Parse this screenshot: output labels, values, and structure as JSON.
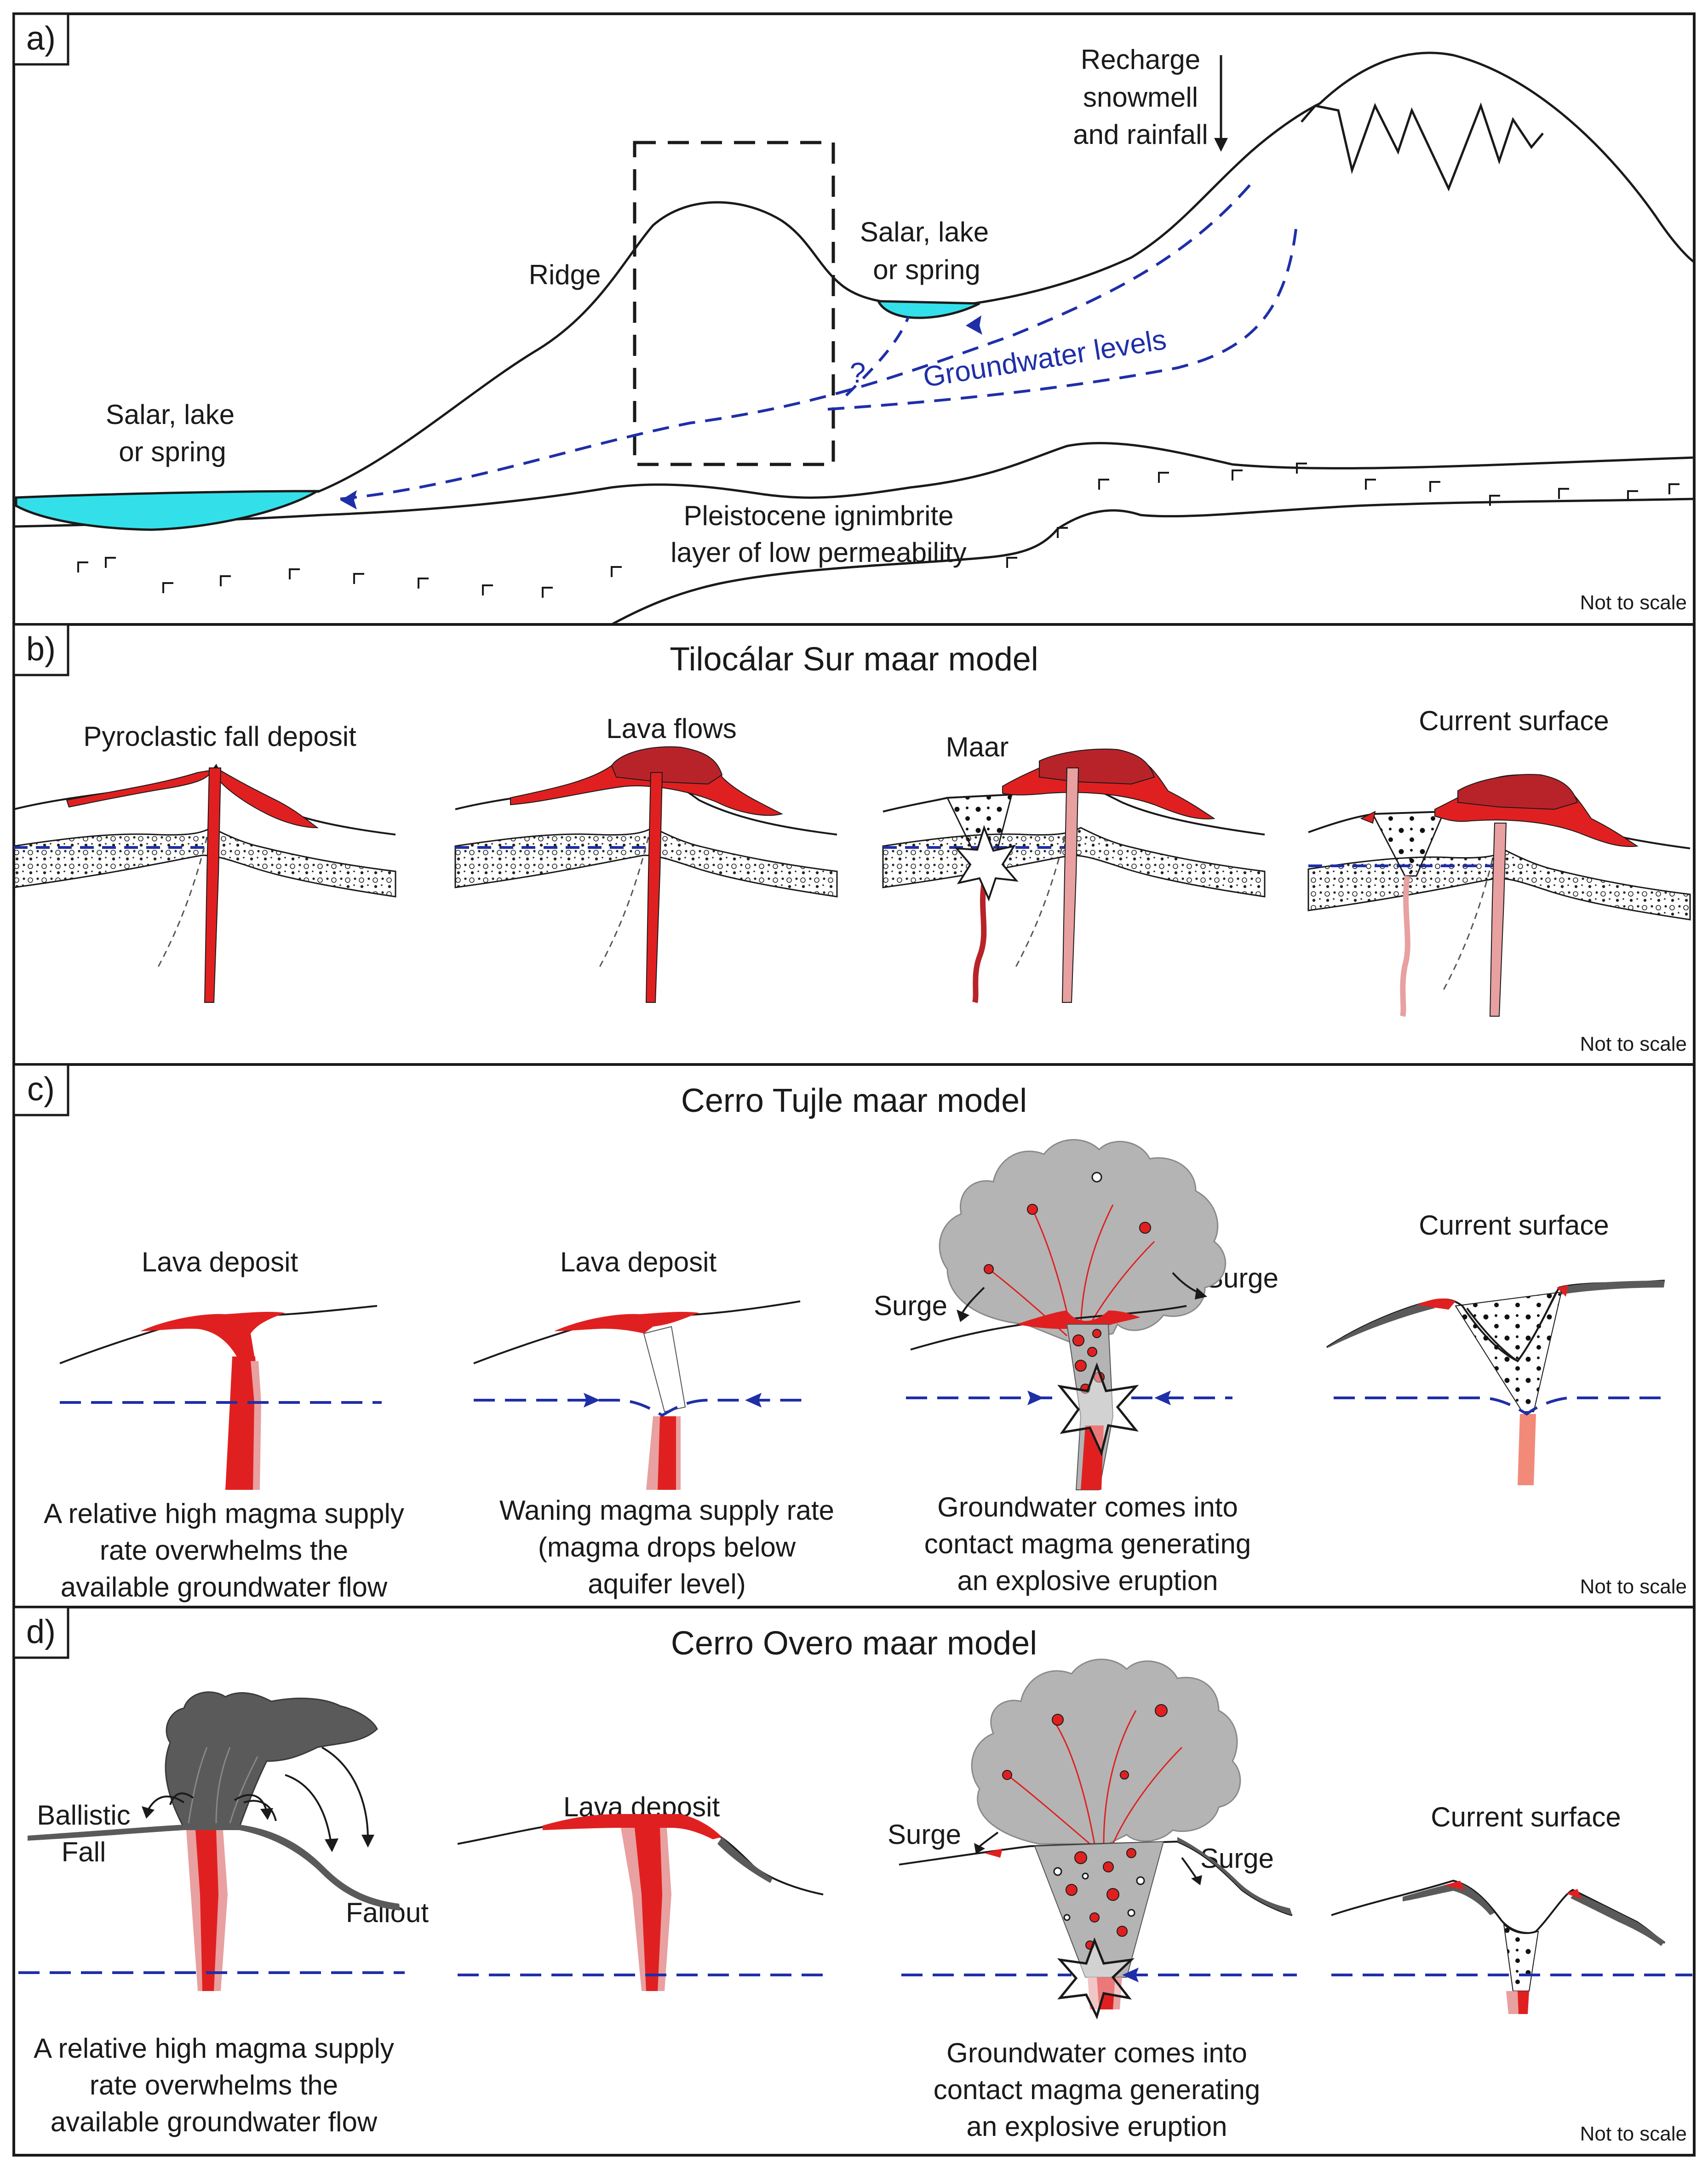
{
  "panel_a": {
    "tag": "a)",
    "recharge": [
      "Recharge",
      "snowmell",
      "and rainfall"
    ],
    "ridge": "Ridge",
    "salar_right": [
      "Salar, lake",
      "or spring"
    ],
    "salar_left": [
      "Salar, lake",
      "or spring"
    ],
    "question": "?",
    "groundwater": "Groundwater levels",
    "ignimbrite": [
      "Pleistocene ignimbrite",
      "layer of low permeability"
    ],
    "not_to_scale": "Not to scale"
  },
  "panel_b": {
    "tag": "b)",
    "title": "Tilocálar Sur maar model",
    "labels": [
      "Pyroclastic fall deposit",
      "Lava flows",
      "Maar",
      "Current surface"
    ],
    "not_to_scale": "Not to scale"
  },
  "panel_c": {
    "tag": "c)",
    "title": "Cerro Tujle maar model",
    "labels": [
      "Lava deposit",
      "Lava deposit",
      "Surge",
      "Surge",
      "Current surface"
    ],
    "captions": [
      [
        "A relative high magma supply",
        "rate overwhelms the",
        "available groundwater flow"
      ],
      [
        "Waning magma supply rate",
        "(magma drops below",
        "aquifer level)"
      ],
      [
        "Groundwater comes into",
        "contact magma generating",
        "an explosive eruption"
      ]
    ],
    "not_to_scale": "Not to scale"
  },
  "panel_d": {
    "tag": "d)",
    "title": "Cerro Overo maar model",
    "labels": [
      "Ballistic",
      "Fall",
      "Fallout",
      "Lava deposit",
      "Surge",
      "Surge",
      "Current surface"
    ],
    "captions": [
      [
        "A relative high magma supply",
        "rate overwhelms the",
        "available groundwater flow"
      ],
      [
        "Groundwater comes into",
        "contact magma generating",
        "an explosive eruption"
      ]
    ],
    "not_to_scale": "Not to scale"
  },
  "colors": {
    "water": "#33e0ea",
    "groundwater_line": "#1f2fa8",
    "magma": "#e02020",
    "lava_dark": "#b8232a",
    "magma_pale": "#e8a0a0",
    "ash": "#b4b4b4",
    "ash_dark": "#5a5a5a"
  }
}
